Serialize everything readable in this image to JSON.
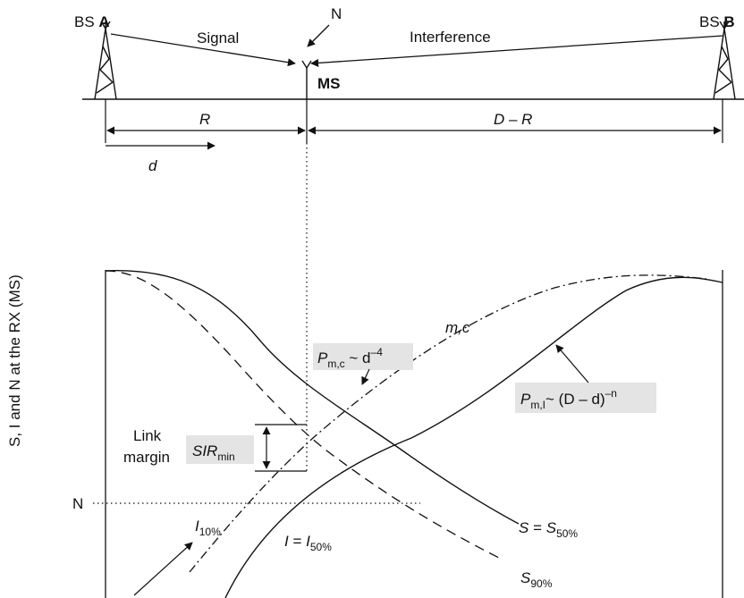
{
  "top": {
    "bs_a_prefix": "BS ",
    "bs_a_letter": "A",
    "bs_b_prefix": "BS ",
    "bs_b_letter": "B",
    "signal": "Signal",
    "interference": "Interference",
    "noise": "N",
    "ms": "MS",
    "dim_r": "R",
    "dim_d_minus_r": "D – R",
    "dim_d": "d"
  },
  "plot": {
    "y_axis_label": "S, I and N at the RX (MS)",
    "noise_level": "N",
    "mc": "m,c",
    "pmc": {
      "base": "P",
      "sub": "m,c",
      "mid": " ~ d",
      "sup": "–4"
    },
    "pmi": {
      "base": "P",
      "sub": "m,I",
      "mid": "~ (D – d)",
      "sup": "–n"
    },
    "link_margin_1": "Link",
    "link_margin_2": "margin",
    "sir": {
      "base": "SIR",
      "sub": "min"
    },
    "s50": {
      "left": "S",
      "eq": " = ",
      "right": "S",
      "sub": "50%"
    },
    "i50": {
      "left": "I",
      "eq": " = ",
      "right": "I",
      "sub": "50%"
    },
    "s90": {
      "base": "S",
      "sub": "90%"
    },
    "i10": {
      "base": "I",
      "sub": "10%"
    }
  },
  "colors": {
    "ink": "#111111",
    "label_box": "#e4e4e4"
  }
}
